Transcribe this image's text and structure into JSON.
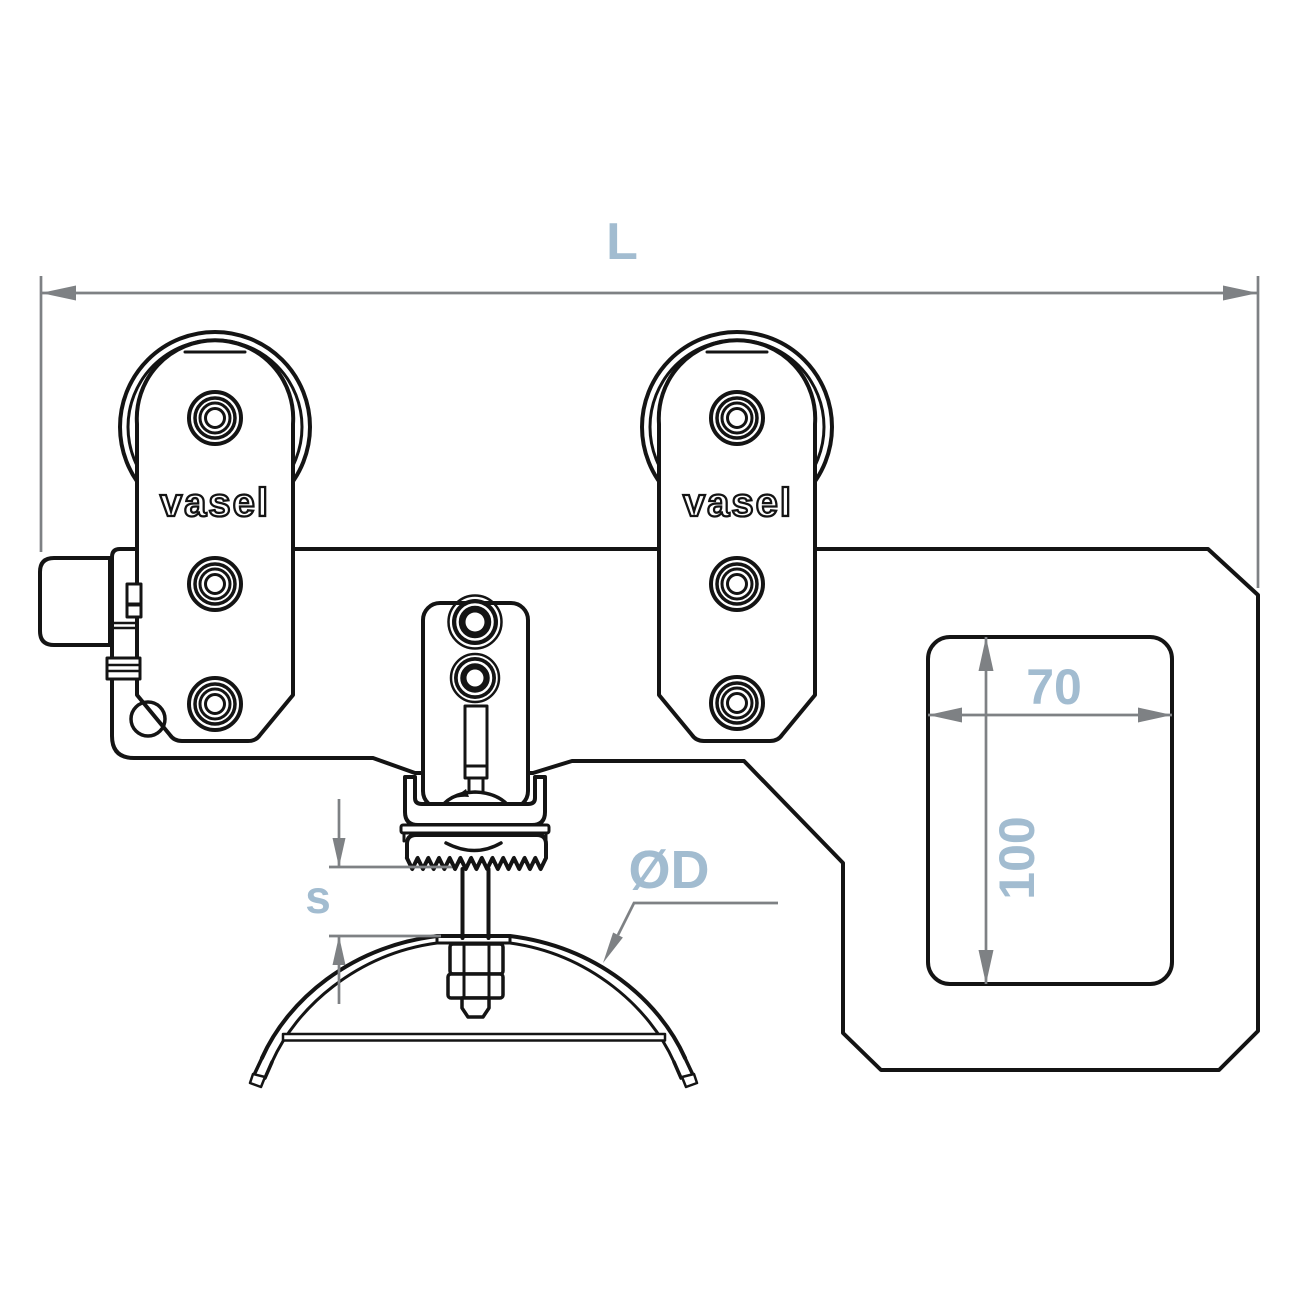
{
  "labels": {
    "length": "L",
    "gap": "s",
    "diameter": "ØD",
    "cutout_width": "70",
    "cutout_height": "100"
  },
  "brand": "vasel",
  "colors": {
    "line": "#141414",
    "dimension": "#7e8184",
    "dimension_text": "#a2bcd0",
    "background": "#ffffff"
  }
}
